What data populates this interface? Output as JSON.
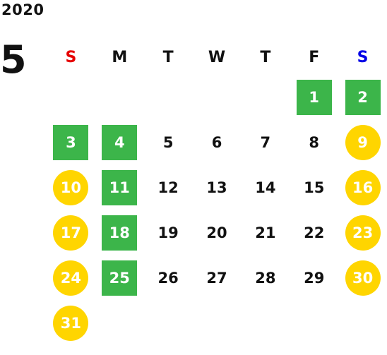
{
  "year": "2020",
  "month": "5",
  "colors": {
    "sunday_label": "#e60000",
    "saturday_label": "#0000e6",
    "holiday_bg": "#3cb54a",
    "weekend_bg": "#ffd500"
  },
  "weekdays": [
    "S",
    "M",
    "T",
    "W",
    "T",
    "F",
    "S"
  ],
  "weeks": [
    [
      {
        "label": "",
        "type": "empty"
      },
      {
        "label": "",
        "type": "empty"
      },
      {
        "label": "",
        "type": "empty"
      },
      {
        "label": "",
        "type": "empty"
      },
      {
        "label": "",
        "type": "empty"
      },
      {
        "label": "1",
        "type": "holiday"
      },
      {
        "label": "2",
        "type": "holiday"
      }
    ],
    [
      {
        "label": "3",
        "type": "holiday"
      },
      {
        "label": "4",
        "type": "holiday"
      },
      {
        "label": "5",
        "type": "normal"
      },
      {
        "label": "6",
        "type": "normal"
      },
      {
        "label": "7",
        "type": "normal"
      },
      {
        "label": "8",
        "type": "normal"
      },
      {
        "label": "9",
        "type": "weekend"
      }
    ],
    [
      {
        "label": "10",
        "type": "weekend"
      },
      {
        "label": "11",
        "type": "holiday"
      },
      {
        "label": "12",
        "type": "normal"
      },
      {
        "label": "13",
        "type": "normal"
      },
      {
        "label": "14",
        "type": "normal"
      },
      {
        "label": "15",
        "type": "normal"
      },
      {
        "label": "16",
        "type": "weekend"
      }
    ],
    [
      {
        "label": "17",
        "type": "weekend"
      },
      {
        "label": "18",
        "type": "holiday"
      },
      {
        "label": "19",
        "type": "normal"
      },
      {
        "label": "20",
        "type": "normal"
      },
      {
        "label": "21",
        "type": "normal"
      },
      {
        "label": "22",
        "type": "normal"
      },
      {
        "label": "23",
        "type": "weekend"
      }
    ],
    [
      {
        "label": "24",
        "type": "weekend"
      },
      {
        "label": "25",
        "type": "holiday"
      },
      {
        "label": "26",
        "type": "normal"
      },
      {
        "label": "27",
        "type": "normal"
      },
      {
        "label": "28",
        "type": "normal"
      },
      {
        "label": "29",
        "type": "normal"
      },
      {
        "label": "30",
        "type": "weekend"
      }
    ],
    [
      {
        "label": "31",
        "type": "weekend"
      },
      {
        "label": "",
        "type": "empty"
      },
      {
        "label": "",
        "type": "empty"
      },
      {
        "label": "",
        "type": "empty"
      },
      {
        "label": "",
        "type": "empty"
      },
      {
        "label": "",
        "type": "empty"
      },
      {
        "label": "",
        "type": "empty"
      }
    ]
  ]
}
